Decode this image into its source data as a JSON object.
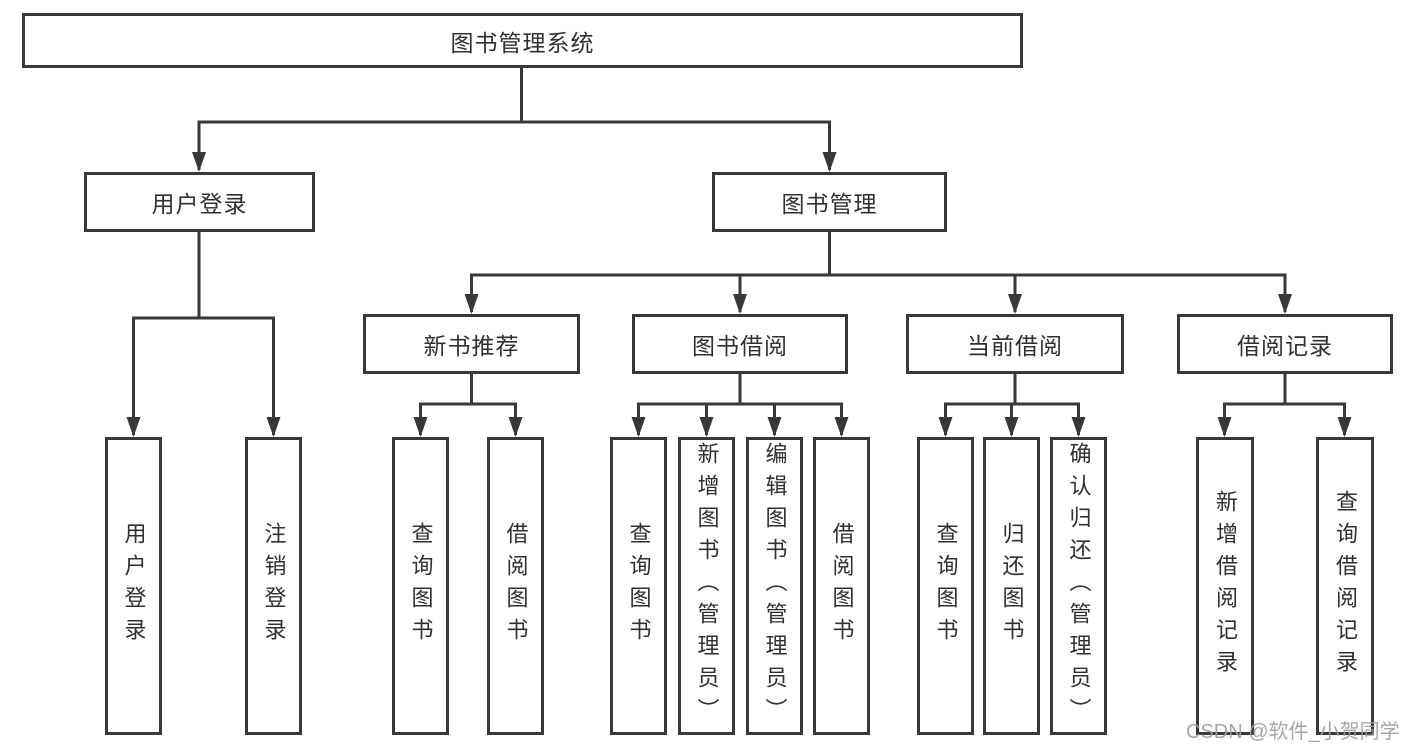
{
  "diagram": {
    "root": {
      "label": "图书管理系统"
    },
    "level1": [
      {
        "label": "用户登录"
      },
      {
        "label": "图书管理"
      }
    ],
    "level2": [
      {
        "label": "新书推荐"
      },
      {
        "label": "图书借阅"
      },
      {
        "label": "当前借阅"
      },
      {
        "label": "借阅记录"
      }
    ],
    "leaves": {
      "login": [
        "用户登录",
        "注销登录"
      ],
      "recommend": [
        "查询图书",
        "借阅图书"
      ],
      "borrow": [
        "查询图书",
        "新增图书（管理员）",
        "编辑图书（管理员）",
        "借阅图书"
      ],
      "current": [
        "查询图书",
        "归还图书",
        "确认归还（管理员）"
      ],
      "records": [
        "新增借阅记录",
        "查询借阅记录"
      ]
    }
  },
  "watermark": {
    "text": "CSDN @软件_小贺同学"
  },
  "colors": {
    "line": "#383838",
    "box_border": "#383838",
    "text": "#303030",
    "watermark": "#9e9e9e",
    "background": "#ffffff"
  }
}
